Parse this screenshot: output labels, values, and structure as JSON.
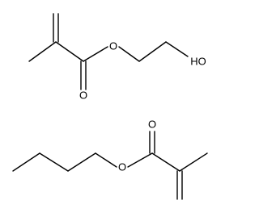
{
  "molecules": [
    {
      "id": "hema",
      "labels": {
        "ester_oxygen": "O",
        "carbonyl_oxygen": "O",
        "hydroxyl": "HO"
      }
    },
    {
      "id": "butyl_methacrylate",
      "labels": {
        "ester_oxygen": "O",
        "carbonyl_oxygen": "O"
      }
    }
  ]
}
